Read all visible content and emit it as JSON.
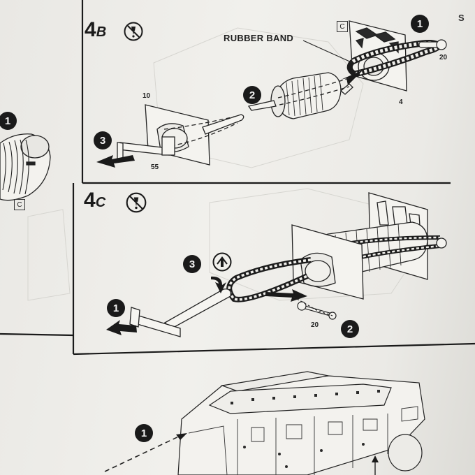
{
  "steps": {
    "step_4b": {
      "number": "4",
      "letter": "B"
    },
    "step_4c": {
      "number": "4",
      "letter": "C"
    }
  },
  "annotations": {
    "rubber_band": "RUBBER BAND"
  },
  "callouts": {
    "b1": "1",
    "b2": "2",
    "b3": "3",
    "c1": "1",
    "c2": "2",
    "c3": "3",
    "left1": "1",
    "bottom1": "1"
  },
  "part_numbers": {
    "p10": "10",
    "p55": "55",
    "p4": "4",
    "p20_top": "20",
    "p20_bottom": "20"
  },
  "boxed_labels": {
    "c_top": "C",
    "c_left": "C"
  },
  "edge_text": "S",
  "icons": {
    "no_glue": "no-glue-icon",
    "apply_glue": "glue-arrows-icon"
  },
  "colors": {
    "ink": "#1a1a1a",
    "paper": "#eeede9"
  }
}
